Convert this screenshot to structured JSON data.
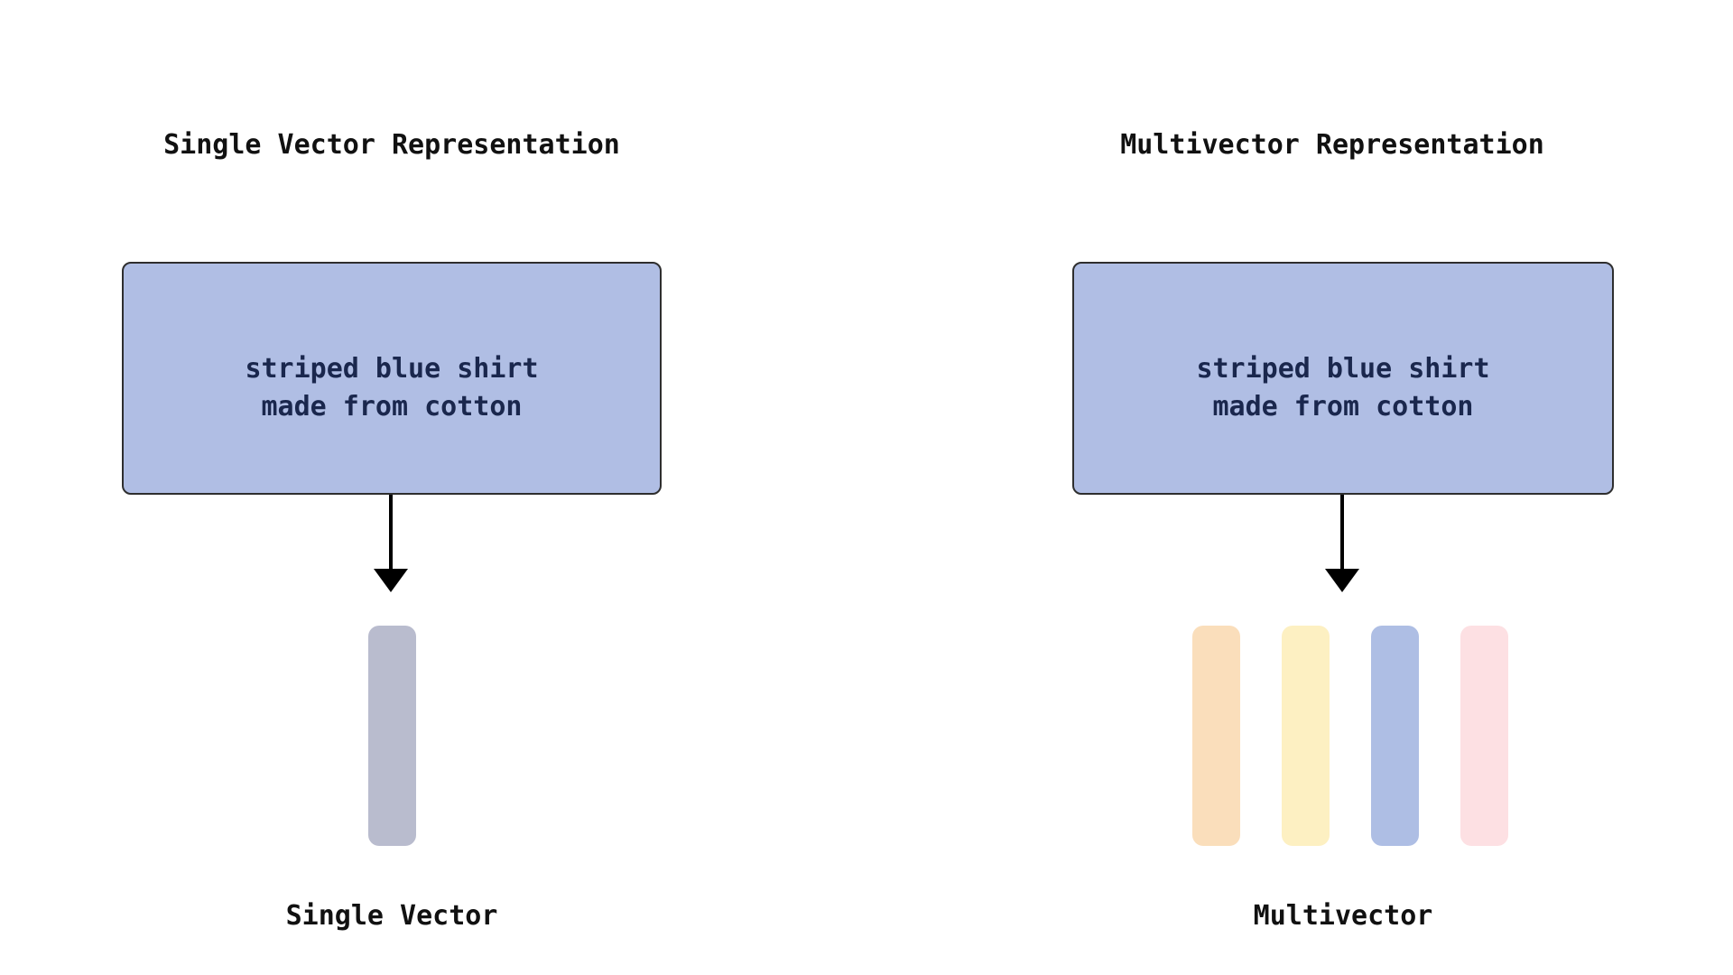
{
  "page": {
    "background": "#ffffff",
    "arrow_color": "#000000"
  },
  "left_panel": {
    "title": "Single Vector Representation",
    "box": {
      "text": "striped blue shirt\nmade from cotton",
      "fill": "#b0bee4",
      "border_color": "#2e2e2e",
      "text_color": "#1a274d"
    },
    "label": "Single Vector",
    "vector_colors": [
      "#b9bcce"
    ]
  },
  "right_panel": {
    "title": "Multivector Representation",
    "box": {
      "text": "striped blue shirt\nmade from cotton",
      "fill": "#b0bee4",
      "border_color": "#2e2e2e",
      "text_color": "#1a274d"
    },
    "label": "Multivector",
    "vector_colors": [
      "#fadebb",
      "#fdf0c2",
      "#aebee4",
      "#fde0e3"
    ]
  }
}
